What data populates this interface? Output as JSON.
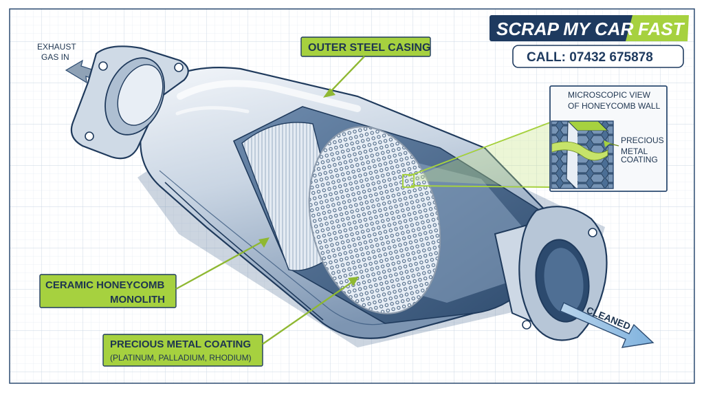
{
  "brand": {
    "name": "SCRAP MY CAR",
    "name_accent": "FAST",
    "phone": "CALL: 07432 675878",
    "colors": {
      "navy": "#1e3a5f",
      "green": "#a6d13f"
    }
  },
  "labels": {
    "exhaust_in_line1": "EXHAUST",
    "exhaust_in_line2": "GAS IN",
    "outer_casing": "OUTER STEEL CASING",
    "ceramic_line1": "CERAMIC HONEYCOMB",
    "ceramic_line2": "MONOLITH",
    "precious_title": "PRECIOUS METAL COATING",
    "precious_sub": "(PLATINUM, PALLADIUM, RHODIUM)",
    "cleaned": "CLEANED"
  },
  "inset": {
    "title_line1": "MICROSCOPIC VIEW",
    "title_line2": "OF HONEYCOMB WALL",
    "label_line1": "PRECIOUS",
    "label_line2": "METAL",
    "label_line3": "COATING"
  }
}
